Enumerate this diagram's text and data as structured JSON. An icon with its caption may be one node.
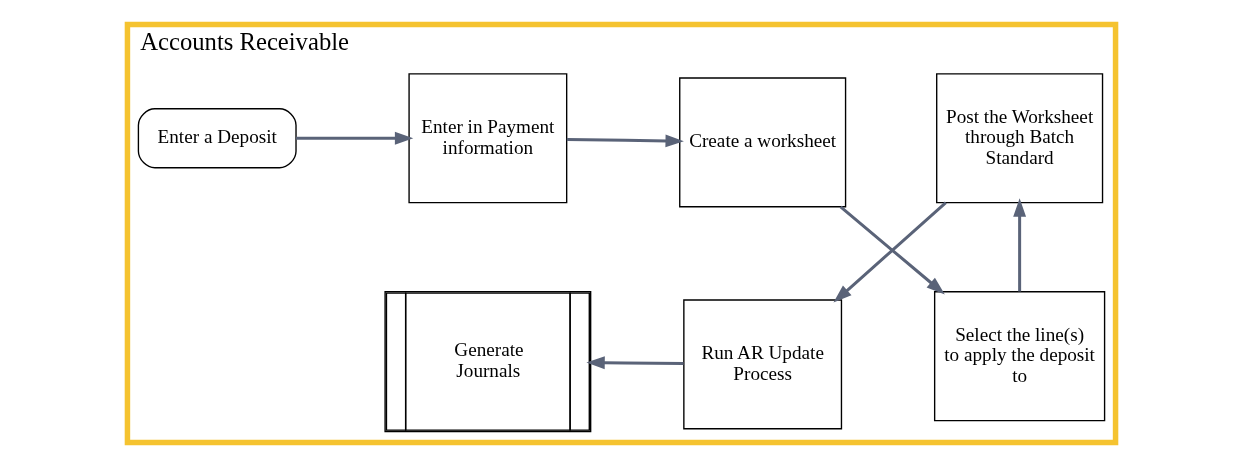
{
  "diagram": {
    "nodes": [
      {
        "text": [
          "Accounts Receivable"
        ]
      },
      {
        "text": [
          "Enter a Deposit"
        ],
        "in": 0
      },
      {
        "text": [
          "Enter in Payment information"
        ],
        "in": 0
      },
      {
        "text": [
          "Create a worksheet"
        ],
        "in": 0
      },
      {
        "text": [
          "Select the line(s) to apply the deposit to"
        ],
        "in": 0
      },
      {
        "text": [
          "Post the Worksheet through Batch Standard"
        ],
        "in": 0
      },
      {
        "text": [
          "Run AR Update Process"
        ],
        "in": 0
      },
      {
        "text": [
          "Generate Journals"
        ],
        "in": 0
      }
    ],
    "edges": [
      {
        "from": 1,
        "to": 2,
        "arrow": "to"
      },
      {
        "from": 2,
        "to": 3,
        "arrow": "to"
      },
      {
        "from": 3,
        "to": 4,
        "arrow": "to"
      },
      {
        "from": 4,
        "to": 5,
        "arrow": "to"
      },
      {
        "from": 5,
        "to": 6,
        "arrow": "to"
      },
      {
        "from": 6,
        "to": 7,
        "arrow": "to"
      }
    ]
  }
}
